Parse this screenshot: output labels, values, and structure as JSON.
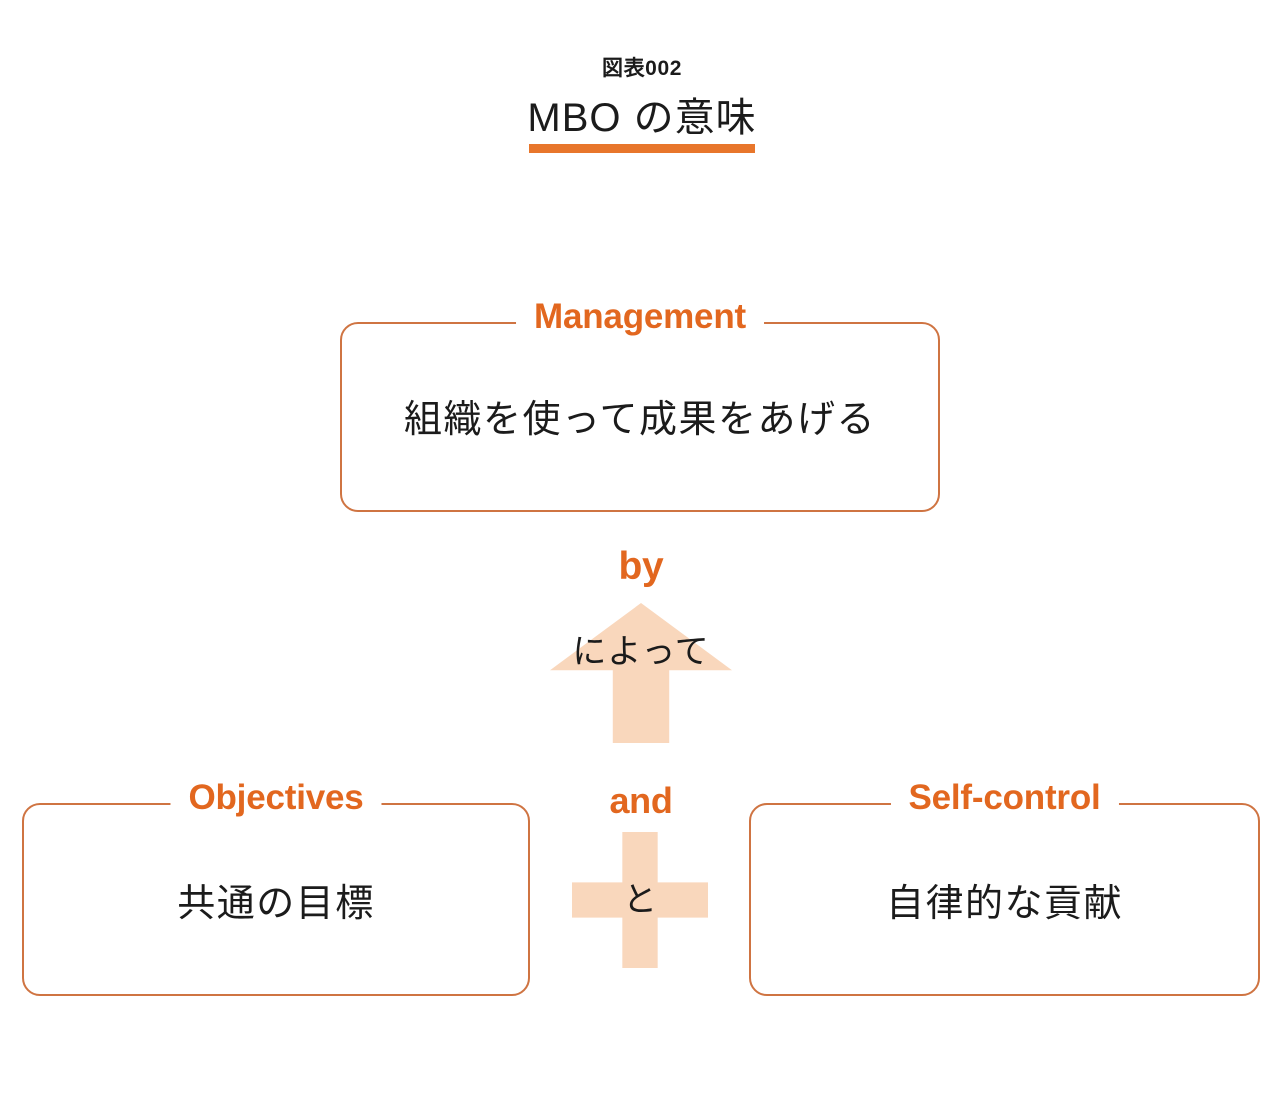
{
  "figure": {
    "number_label": "図表002",
    "title": "MBO の意味",
    "accent_color": "#e8762b",
    "box_border_color": "#cf7442",
    "legend_color": "#e2671f",
    "shape_fill_color": "#f9d7bc",
    "text_color": "#1b1b1b",
    "background_color": "#ffffff"
  },
  "boxes": [
    {
      "key": "management",
      "legend": "Management",
      "body": "組織を使って成果をあげる"
    },
    {
      "key": "objectives",
      "legend": "Objectives",
      "body": "共通の目標"
    },
    {
      "key": "self_control",
      "legend": "Self-control",
      "body": "自律的な貢献"
    }
  ],
  "connectors": [
    {
      "key": "by",
      "english": "by",
      "japanese": "によって",
      "shape": "up-arrow"
    },
    {
      "key": "and",
      "english": "and",
      "japanese": "と",
      "shape": "plus"
    }
  ]
}
